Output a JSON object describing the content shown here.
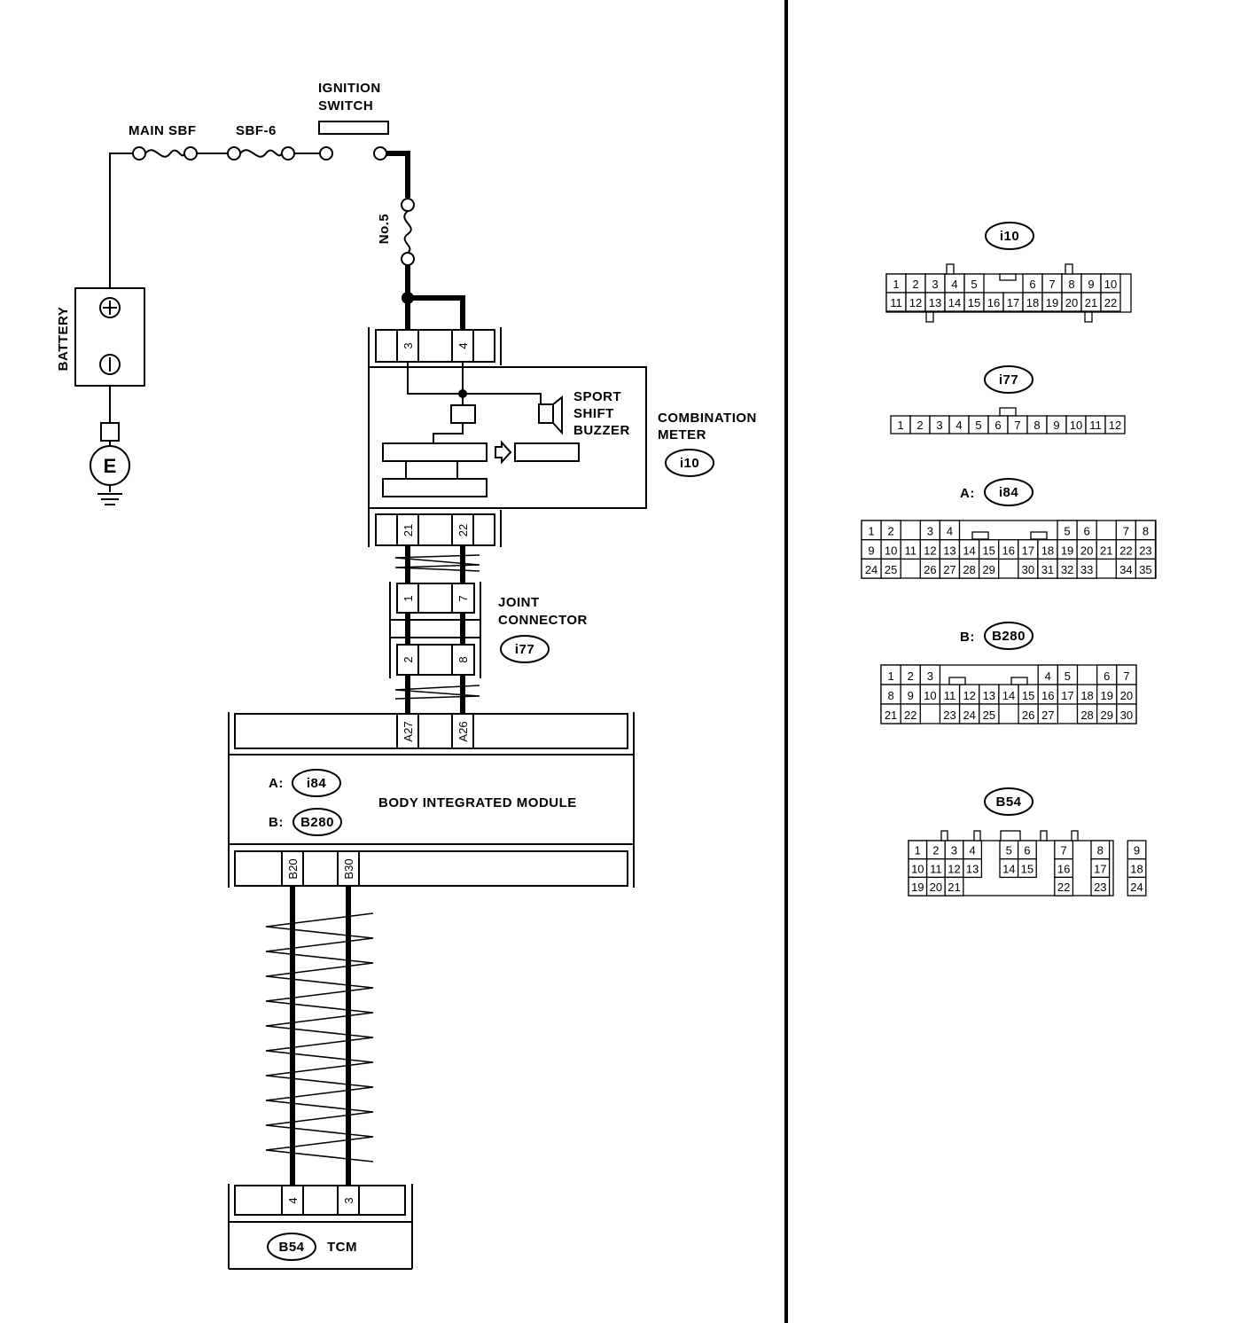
{
  "left": {
    "battery_label": "BATTERY",
    "ground_label": "E",
    "main_sbf_label": "MAIN SBF",
    "sbf6_label": "SBF-6",
    "ignition_switch_line1": "IGNITION",
    "ignition_switch_line2": "SWITCH",
    "fuse_label": "No.5",
    "combination_meter": {
      "line1": "COMBINATION",
      "line2": "METER",
      "connector": "i10",
      "top_pins": [
        "3",
        "4"
      ],
      "bottom_pins": [
        "21",
        "22"
      ]
    },
    "buzzer": {
      "line1": "SPORT",
      "line2": "SHIFT",
      "line3": "BUZZER"
    },
    "joint_connector": {
      "line1": "JOINT",
      "line2": "CONNECTOR",
      "connector": "i77",
      "top_pins": [
        "1",
        "7"
      ],
      "bottom_pins": [
        "2",
        "8"
      ]
    },
    "bim": {
      "label": "BODY INTEGRATED MODULE",
      "a_prefix": "A:",
      "a_connector": "i84",
      "b_prefix": "B:",
      "b_connector": "B280",
      "top_pins": [
        "A27",
        "A26"
      ],
      "bottom_pins": [
        "B20",
        "B30"
      ]
    },
    "tcm": {
      "label": "TCM",
      "connector": "B54",
      "pins": [
        "4",
        "3"
      ]
    }
  },
  "right": {
    "i10": {
      "name": "i10",
      "row1": [
        "1",
        "2",
        "3",
        "4",
        "5",
        "6",
        "7",
        "8",
        "9",
        "10"
      ],
      "row2": [
        "11",
        "12",
        "13",
        "14",
        "15",
        "16",
        "17",
        "18",
        "19",
        "20",
        "21",
        "22"
      ]
    },
    "i77": {
      "name": "i77",
      "row1": [
        "1",
        "2",
        "3",
        "4",
        "5",
        "6",
        "7",
        "8",
        "9",
        "10",
        "11",
        "12"
      ]
    },
    "i84": {
      "prefix": "A:",
      "name": "i84",
      "row1": [
        "1",
        "2",
        "3",
        "4",
        "5",
        "6",
        "7",
        "8"
      ],
      "row2": [
        "9",
        "10",
        "11",
        "12",
        "13",
        "14",
        "15",
        "16",
        "17",
        "18",
        "19",
        "20",
        "21",
        "22",
        "23"
      ],
      "row3": [
        "24",
        "25",
        "26",
        "27",
        "28",
        "29",
        "30",
        "31",
        "32",
        "33",
        "34",
        "35"
      ]
    },
    "B280": {
      "prefix": "B:",
      "name": "B280",
      "row1": [
        "1",
        "2",
        "3",
        "4",
        "5",
        "6",
        "7"
      ],
      "row2": [
        "8",
        "9",
        "10",
        "11",
        "12",
        "13",
        "14",
        "15",
        "16",
        "17",
        "18",
        "19",
        "20"
      ],
      "row3": [
        "21",
        "22",
        "23",
        "24",
        "25",
        "26",
        "27",
        "28",
        "29",
        "30"
      ]
    },
    "B54": {
      "name": "B54",
      "row1": [
        "1",
        "2",
        "3",
        "4",
        "5",
        "6",
        "7",
        "8",
        "9"
      ],
      "row2": [
        "10",
        "11",
        "12",
        "13",
        "14",
        "15",
        "16",
        "17",
        "18"
      ],
      "row3": [
        "19",
        "20",
        "21",
        "22",
        "23",
        "24"
      ]
    }
  }
}
